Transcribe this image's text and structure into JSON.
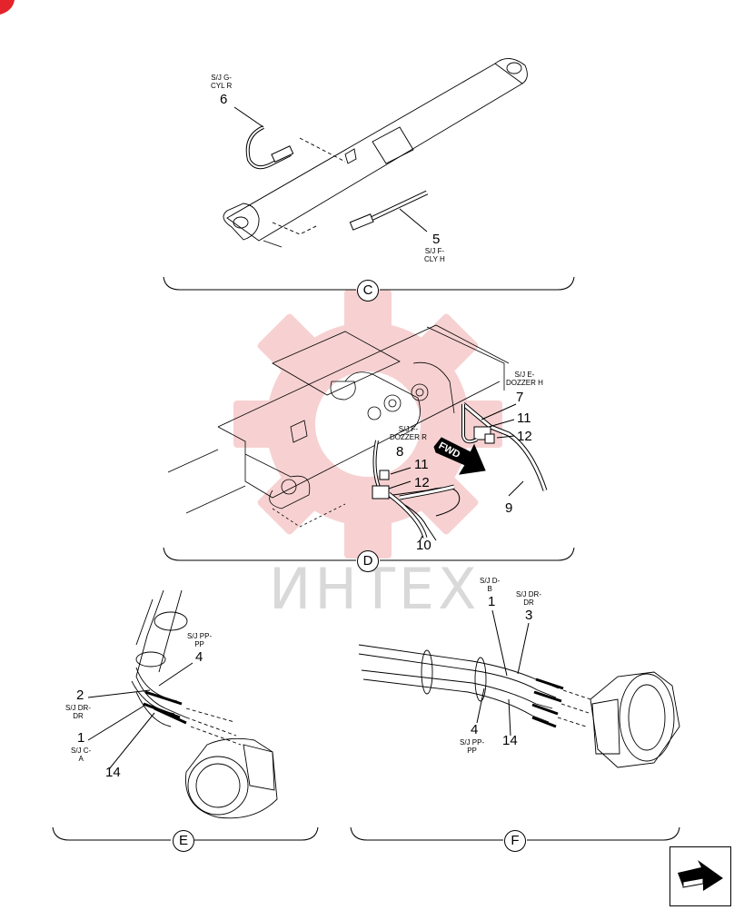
{
  "watermark": "ИНТЕХ",
  "sections": {
    "c": "C",
    "d": "D",
    "e": "E",
    "f": "F"
  },
  "labels": {
    "c_6_ref": "S/J G-\nCYL R",
    "c_6_num": "6",
    "c_5_num": "5",
    "c_5_ref": "S/J F-\nCLY H",
    "d_7_ref": "S/J E-\nDOZZER H",
    "d_7_num": "7",
    "d_11a": "11",
    "d_12a": "12",
    "d_8_ref": "S/J F-\nDOZZER R",
    "d_8_num": "8",
    "d_11b": "11",
    "d_12b": "12",
    "d_9": "9",
    "d_10": "10",
    "d_fwd": "FWD",
    "e_4_ref": "S/J PP-\nPP",
    "e_4_num": "4",
    "e_2_num": "2",
    "e_2_ref": "S/J DR-\nDR",
    "e_1_num": "1",
    "e_1_ref": "S/J C-\nA",
    "e_14": "14",
    "f_1_ref": "S/J D-\nB",
    "f_1_num": "1",
    "f_3_ref": "S/J DR-\nDR",
    "f_3_num": "3",
    "f_4_num": "4",
    "f_4_ref": "S/J PP-\nPP",
    "f_14": "14"
  },
  "icons": {
    "corner": "red-corner-mark-icon",
    "nav": "next-page-arrow-icon"
  }
}
